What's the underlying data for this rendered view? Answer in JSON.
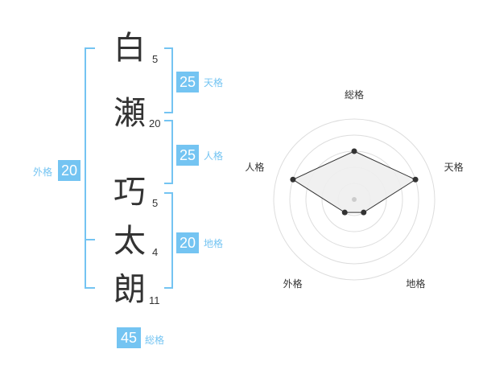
{
  "name": {
    "chars": [
      {
        "char": "白",
        "strokes": "5"
      },
      {
        "char": "瀬",
        "strokes": "20"
      },
      {
        "char": "巧",
        "strokes": "5"
      },
      {
        "char": "太",
        "strokes": "4"
      },
      {
        "char": "朗",
        "strokes": "11"
      }
    ]
  },
  "fortunes": {
    "tenkaku": {
      "label": "天格",
      "value": "25"
    },
    "jinkaku": {
      "label": "人格",
      "value": "25"
    },
    "chikaku": {
      "label": "地格",
      "value": "20"
    },
    "gaikaku": {
      "label": "外格",
      "value": "20"
    },
    "soukaku": {
      "label": "総格",
      "value": "45"
    }
  },
  "colors": {
    "accent": "#74c4f2",
    "text": "#333333",
    "ring": "#dddddd",
    "fill": "#eeeeee",
    "dot": "#333333"
  },
  "chart_data": {
    "type": "radar",
    "axes": [
      "総格",
      "天格",
      "地格",
      "外格",
      "人格"
    ],
    "values": [
      3,
      4,
      1,
      1,
      4
    ],
    "rmax": 5
  }
}
